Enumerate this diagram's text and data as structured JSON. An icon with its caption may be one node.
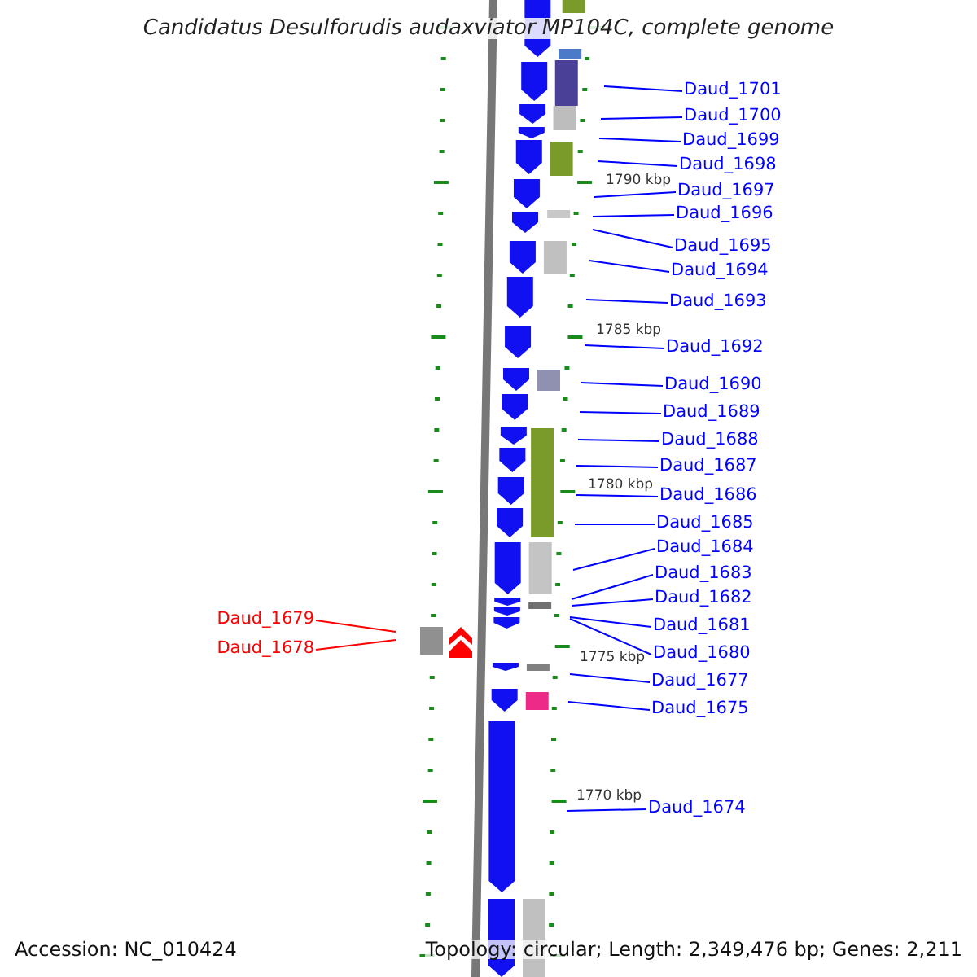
{
  "diagram": {
    "title": "Candidatus Desulforudis audaxviator MP104C, complete genome",
    "nodes": [
      {
        "text": [
          "Daud_1701"
        ]
      },
      {
        "text": [
          "Daud_1700"
        ]
      },
      {
        "text": [
          "Daud_1699"
        ]
      },
      {
        "text": [
          "Daud_1698"
        ]
      },
      {
        "text": [
          "Daud_1697"
        ]
      },
      {
        "text": [
          "Daud_1696"
        ]
      },
      {
        "text": [
          "Daud_1695"
        ]
      },
      {
        "text": [
          "Daud_1694"
        ]
      },
      {
        "text": [
          "Daud_1693"
        ]
      },
      {
        "text": [
          "Daud_1692"
        ]
      },
      {
        "text": [
          "Daud_1690"
        ]
      },
      {
        "text": [
          "Daud_1689"
        ]
      },
      {
        "text": [
          "Daud_1688"
        ]
      },
      {
        "text": [
          "Daud_1687"
        ]
      },
      {
        "text": [
          "Daud_1686"
        ]
      },
      {
        "text": [
          "Daud_1685"
        ]
      },
      {
        "text": [
          "Daud_1684"
        ]
      },
      {
        "text": [
          "Daud_1683"
        ]
      },
      {
        "text": [
          "Daud_1682"
        ]
      },
      {
        "text": [
          "Daud_1679"
        ]
      },
      {
        "text": [
          "Daud_1681"
        ]
      },
      {
        "text": [
          "Daud_1678"
        ]
      },
      {
        "text": [
          "Daud_1680"
        ]
      },
      {
        "text": [
          "Daud_1677"
        ]
      },
      {
        "text": [
          "Daud_1675"
        ]
      },
      {
        "text": [
          "Daud_1674"
        ]
      }
    ],
    "edges": [
      {
        "from": 0,
        "to": null,
        "arrow": "none"
      },
      {
        "from": 1,
        "to": null,
        "arrow": "none"
      },
      {
        "from": 2,
        "to": null,
        "arrow": "none"
      },
      {
        "from": 3,
        "to": null,
        "arrow": "none"
      },
      {
        "from": 4,
        "to": null,
        "arrow": "none"
      },
      {
        "from": 5,
        "to": null,
        "arrow": "none"
      },
      {
        "from": 6,
        "to": null,
        "arrow": "none"
      },
      {
        "from": 7,
        "to": null,
        "arrow": "none"
      },
      {
        "from": 8,
        "to": null,
        "arrow": "none"
      },
      {
        "from": 9,
        "to": null,
        "arrow": "none"
      },
      {
        "from": 10,
        "to": null,
        "arrow": "none"
      },
      {
        "from": 11,
        "to": null,
        "arrow": "none"
      },
      {
        "from": 12,
        "to": null,
        "arrow": "none"
      },
      {
        "from": 13,
        "to": null,
        "arrow": "none"
      },
      {
        "from": 14,
        "to": null,
        "arrow": "none"
      },
      {
        "from": 15,
        "to": null,
        "arrow": "none"
      },
      {
        "from": 16,
        "to": null,
        "arrow": "none"
      },
      {
        "from": 17,
        "to": null,
        "arrow": "none"
      },
      {
        "from": 18,
        "to": null,
        "arrow": "none"
      },
      {
        "from": 19,
        "to": null,
        "arrow": "none",
        "color": "#ff0000"
      },
      {
        "from": 20,
        "to": null,
        "arrow": "none"
      },
      {
        "from": 21,
        "to": null,
        "arrow": "none",
        "color": "#ff0000"
      },
      {
        "from": 22,
        "to": null,
        "arrow": "none"
      },
      {
        "from": 23,
        "to": null,
        "arrow": "none"
      },
      {
        "from": 24,
        "to": null,
        "arrow": "none"
      },
      {
        "from": 25,
        "to": null,
        "arrow": "none"
      }
    ],
    "labels": [
      "1790 kbp",
      "1785 kbp",
      "1780 kbp",
      "1775 kbp",
      "1770 kbp",
      "Accession: NC_010424",
      "Topology: circular; Length: 2,349,476 bp; Genes: 2,211"
    ]
  }
}
